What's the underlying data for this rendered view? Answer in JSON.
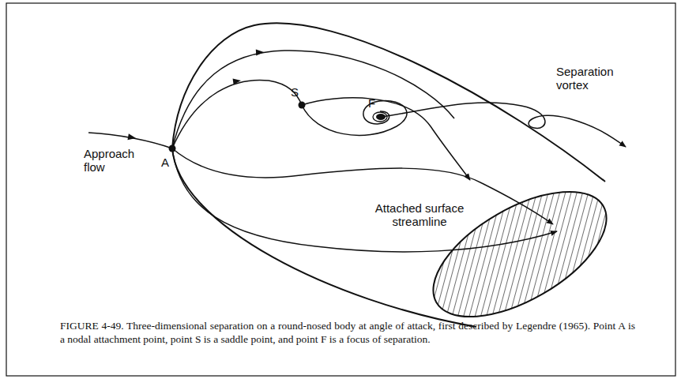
{
  "diagram": {
    "caption": "FIGURE 4-49. Three-dimensional separation on a round-nosed body at angle of attack, first described by Legendre (1965). Point A is a nodal attachment point, point S is a saddle point, and point F is a focus of separation.",
    "labels": [
      "S",
      "F",
      "Separation vortex",
      "A",
      "Approach flow",
      "Attached surface streamline"
    ]
  }
}
